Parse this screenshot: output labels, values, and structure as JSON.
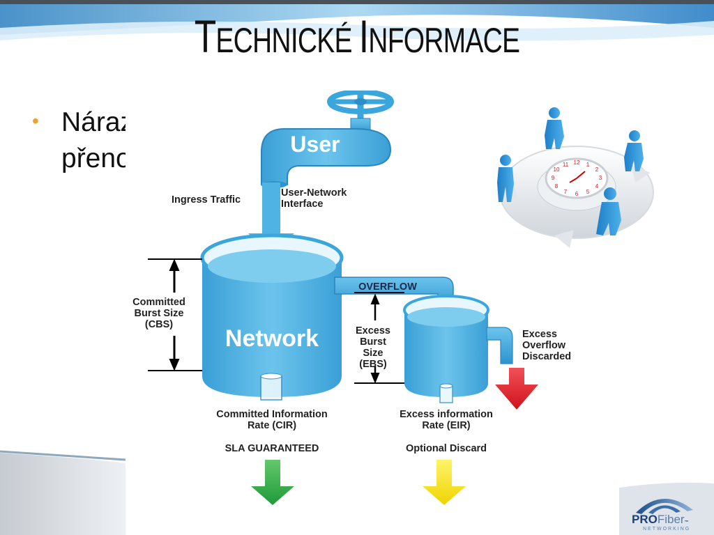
{
  "slide": {
    "title_first_large": "T",
    "title_first_small": "ECHNICKÉ ",
    "title_second_large": "I",
    "title_second_small": "NFORMACE",
    "bullet": "Nárazový přenos dat"
  },
  "diagram": {
    "user_label": "User",
    "network_label": "Network",
    "ingress": "Ingress Traffic",
    "uni_line1": "User-Network",
    "uni_line2": "Interface",
    "overflow": "OVERFLOW",
    "cbs_line1": "Committed",
    "cbs_line2": "Burst Size",
    "cbs_line3": "(CBS)",
    "ebs_line1": "Excess",
    "ebs_line2": "Burst",
    "ebs_line3": "Size",
    "ebs_line4": "(EBS)",
    "eod_line1": "Excess",
    "eod_line2": "Overflow",
    "eod_line3": "Discarded",
    "cir_line1": "Committed Information",
    "cir_line2": "Rate (CIR)",
    "eir_line1": "Excess information",
    "eir_line2": "Rate (EIR)",
    "sla": "SLA GUARANTEED",
    "optional": "Optional Discard"
  },
  "clock": {
    "numbers": [
      "12",
      "1",
      "2",
      "3",
      "4",
      "5",
      "6",
      "7",
      "8",
      "9",
      "10",
      "11"
    ]
  },
  "logo": {
    "brand_bold": "PRO",
    "brand_light": "Fiber",
    "tm": "™",
    "sub": "NETWORKING"
  },
  "colors": {
    "water": "#4fb3e3",
    "pipe": "#3aa6dc",
    "green_arrow": "#2db34a",
    "yellow_arrow": "#f5e400",
    "red_arrow": "#e8202a",
    "bullet_dot": "#f0a030"
  }
}
